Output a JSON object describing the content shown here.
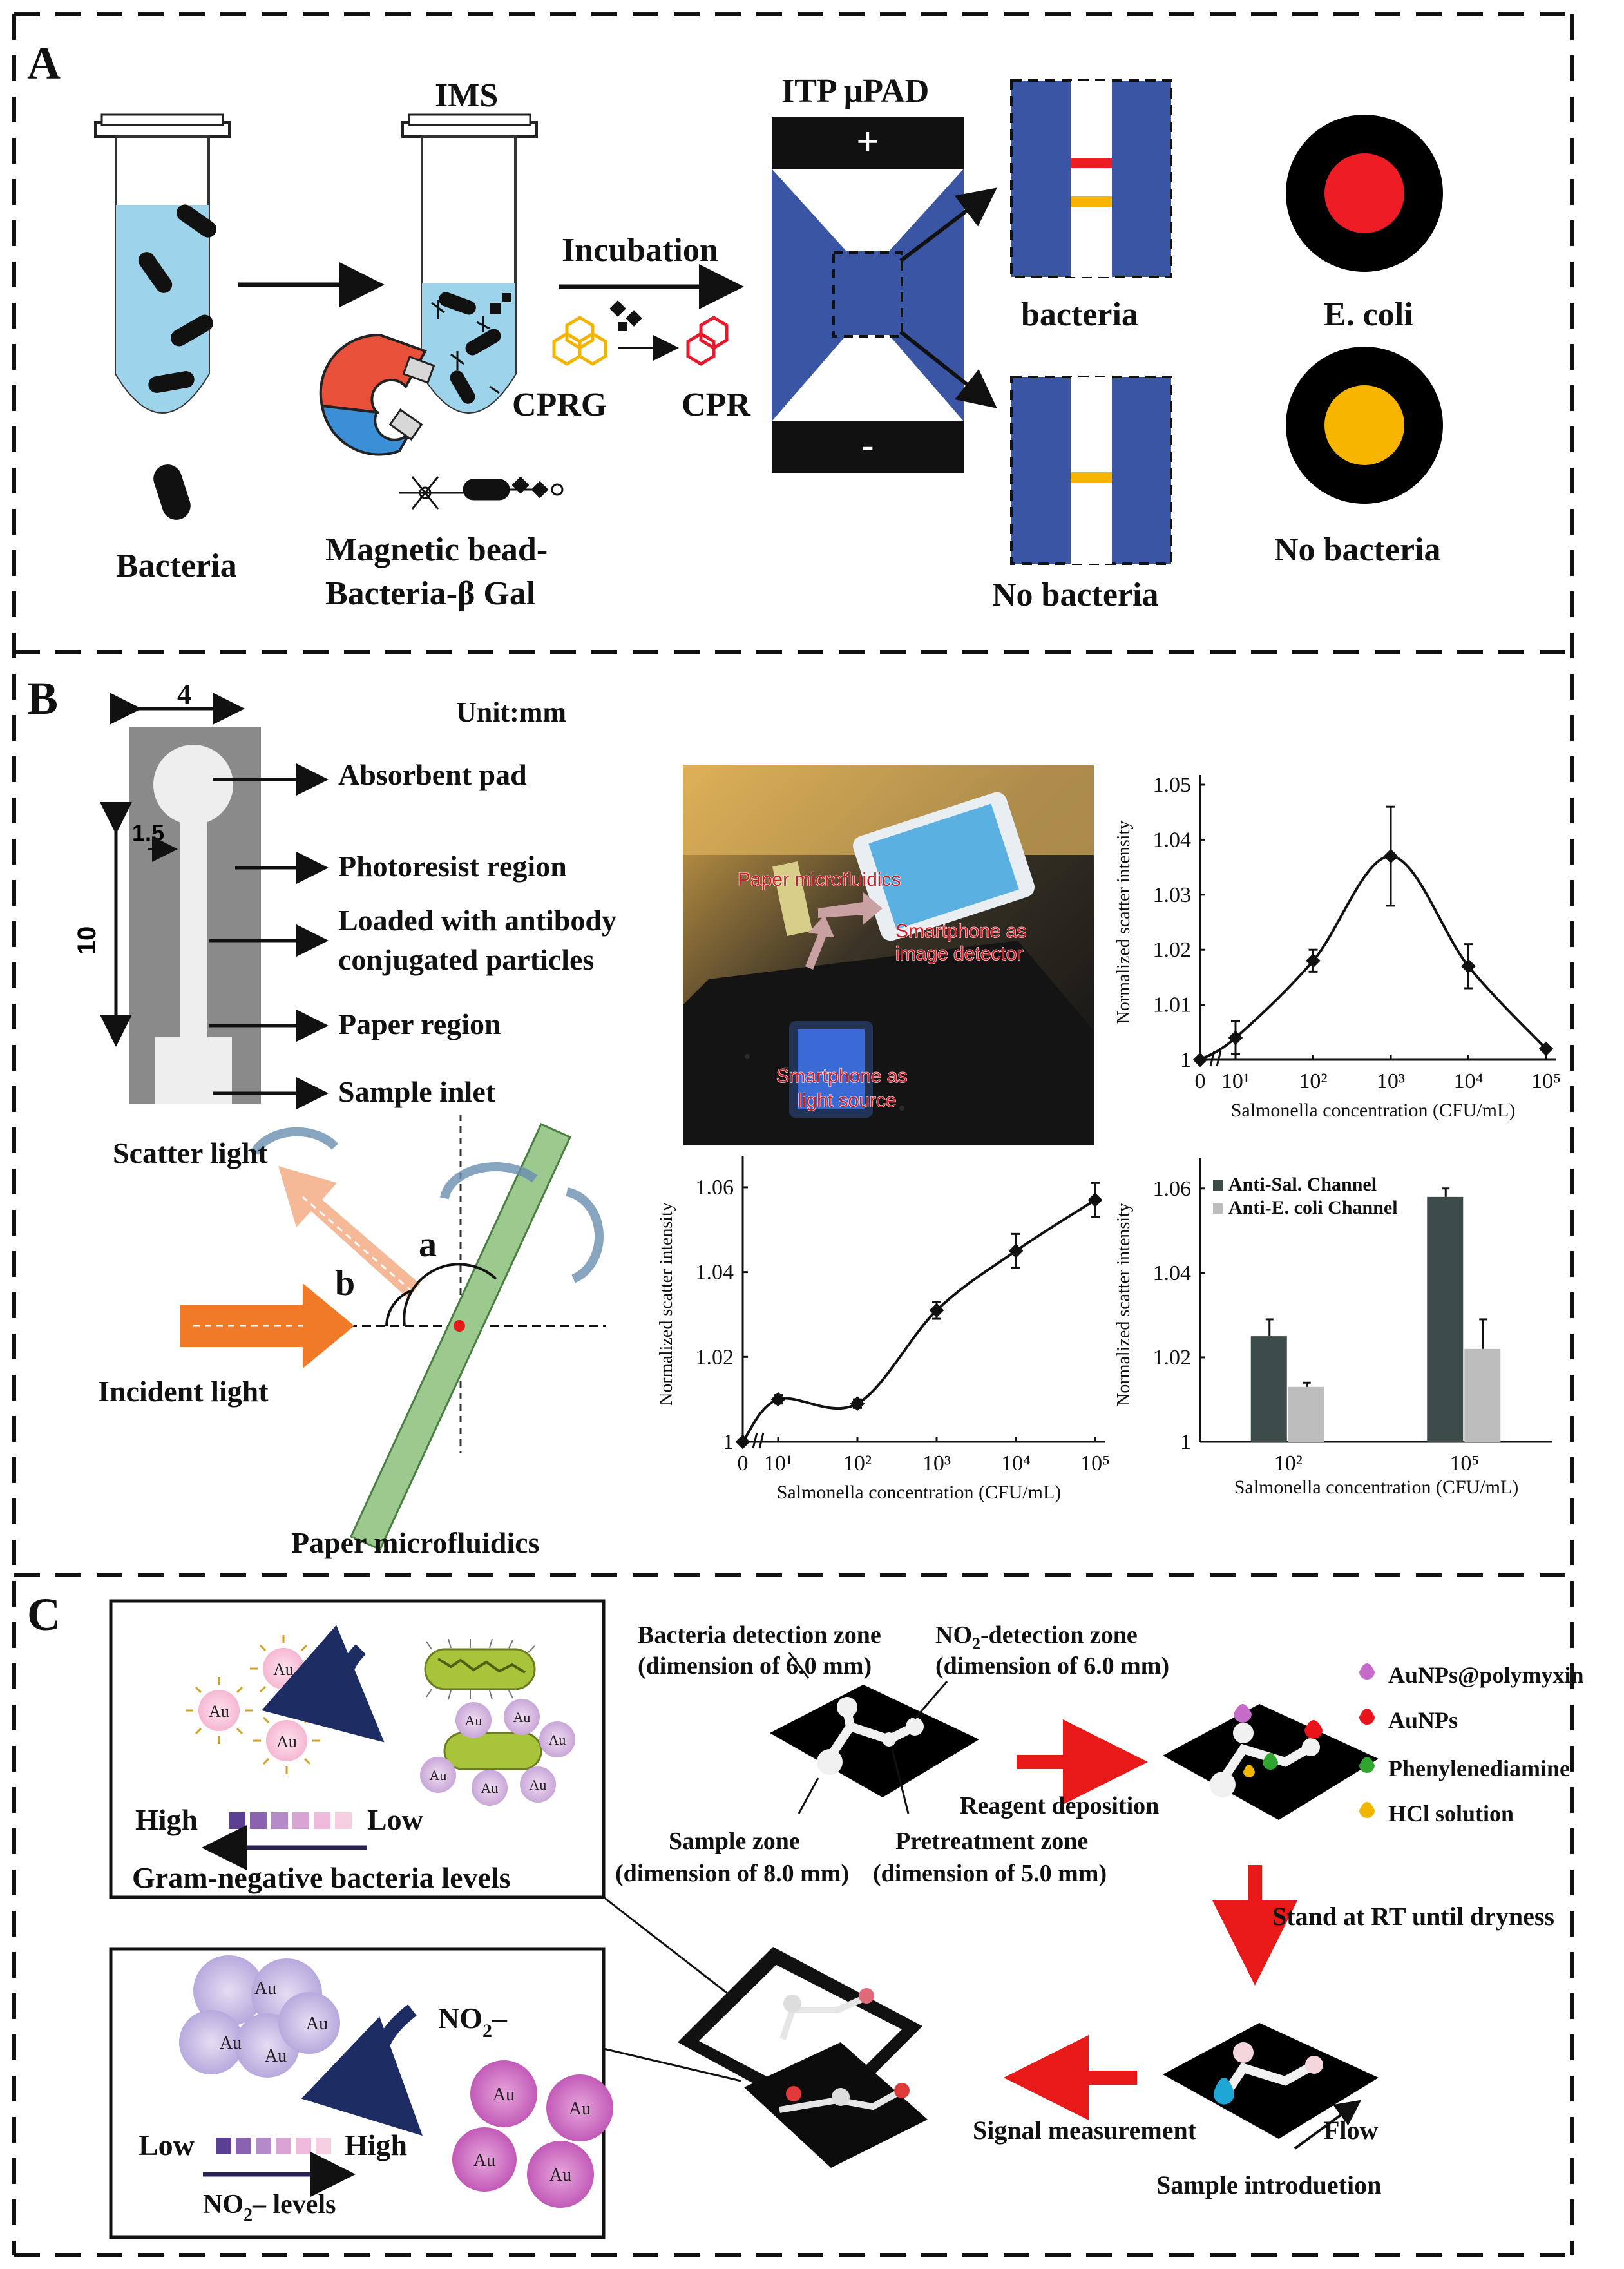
{
  "panelA": {
    "letter": "A",
    "ims": "IMS",
    "itp": "ITP μPAD",
    "incubation": "Incubation",
    "cprg": "CPRG",
    "cpr": "CPR",
    "bacteria_label": "Bacteria",
    "bead_line1": "Magnetic bead-",
    "bead_line2": "Bacteria-β Gal",
    "plus": "+",
    "minus": "-",
    "res_bacteria": "bacteria",
    "res_nobacteria": "No bacteria",
    "ecoli": "E. coli",
    "nobacteria2": "No bacteria",
    "colors": {
      "tube_liquid": "#9ed3ec",
      "device": "#3a55a4",
      "red": "#ee1c24",
      "yellow": "#f7b500"
    }
  },
  "panelB": {
    "letter": "B",
    "unit": "Unit:mm",
    "dim4": "4",
    "dim15": "1.5",
    "dim10": "10",
    "labels": [
      "Absorbent pad",
      "Photoresist region",
      "Loaded with antibody",
      "conjugated particles",
      "Paper region",
      "Sample inlet"
    ],
    "scatter_light": "Scatter light",
    "incident_light": "Incident light",
    "paper_micro": "Paper microfluidics",
    "a": "a",
    "b": "b",
    "photo_text1": "Paper microfluidics",
    "photo_text2a": "Smartphone as",
    "photo_text2b": "image detector",
    "photo_text3a": "Smartphone as",
    "photo_text3b": "light source"
  },
  "panelC": {
    "letter": "C",
    "au": "Au",
    "high": "High",
    "low": "Low",
    "gram_neg": "Gram-negative bacteria levels",
    "no2": "NO",
    "no2_levels": "levels",
    "bact_zone1": "Bacteria detection zone",
    "bact_zone2": "(dimension of 6.0 mm)",
    "no2_zone1": "-detection zone",
    "no2_zone2": "(dimension of 6.0 mm)",
    "sample_zone1": "Sample zone",
    "sample_zone2": "(dimension of 8.0 mm)",
    "pre_zone1": "Pretreatment zone",
    "pre_zone2": "(dimension of 5.0 mm)",
    "reagent": "Reagent deposition",
    "legend": [
      "AuNPs@polymyxin",
      "AuNPs",
      "Phenylenediamine",
      "HCl solution"
    ],
    "legend_colors": [
      "#c66bc9",
      "#e8141a",
      "#2fa52f",
      "#f3b600"
    ],
    "stand": "Stand at RT until dryness",
    "signal": "Signal measurement",
    "flow": "Flow",
    "sample_intro": "Sample introduetion"
  },
  "chart_data": [
    {
      "type": "line",
      "title": "",
      "xlabel": "Salmonella concentration (CFU/mL)",
      "ylabel": "Normalized scatter intensity",
      "x": [
        "0",
        "10¹",
        "10²",
        "10³",
        "10⁴",
        "10⁵"
      ],
      "y": [
        1.0,
        1.004,
        1.018,
        1.037,
        1.017,
        1.002
      ],
      "err": [
        0,
        0.003,
        0.002,
        0.009,
        0.004,
        0
      ],
      "yticks": [
        "1",
        "1.01",
        "1.02",
        "1.03",
        "1.04",
        "1.05"
      ],
      "ylim": [
        1.0,
        1.05
      ]
    },
    {
      "type": "line",
      "title": "",
      "xlabel": "Salmonella concentration (CFU/mL)",
      "ylabel": "Normalized scatter intensity",
      "x": [
        "0",
        "10¹",
        "10²",
        "10³",
        "10⁴",
        "10⁵"
      ],
      "y": [
        1.0,
        1.01,
        1.009,
        1.031,
        1.045,
        1.057
      ],
      "err": [
        0,
        0.001,
        0.001,
        0.002,
        0.004,
        0.004
      ],
      "yticks": [
        "1",
        "1.02",
        "1.04",
        "1.06"
      ],
      "ylim": [
        1.0,
        1.065
      ]
    },
    {
      "type": "bar",
      "title": "",
      "xlabel": "Salmonella concentration (CFU/mL)",
      "ylabel": "Normalized scatter intensity",
      "categories": [
        "10²",
        "10⁵"
      ],
      "series": [
        {
          "name": "Anti-Sal. Channel",
          "values": [
            1.025,
            1.058
          ],
          "err": [
            0.004,
            0.002
          ],
          "color": "#3d4b4b"
        },
        {
          "name": "Anti-E. coli Channel",
          "values": [
            1.013,
            1.022
          ],
          "err": [
            0.001,
            0.007
          ],
          "color": "#bdbdbd"
        }
      ],
      "yticks": [
        "1",
        "1.02",
        "1.04",
        "1.06"
      ],
      "ylim": [
        1.0,
        1.065
      ],
      "legend": "top-left"
    }
  ]
}
